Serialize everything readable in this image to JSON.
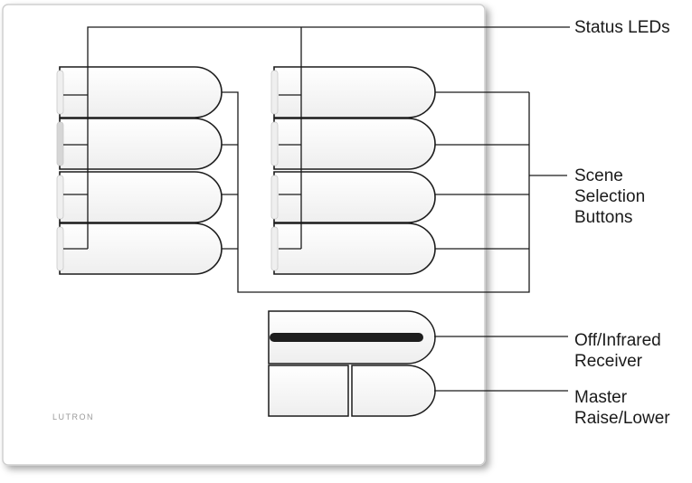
{
  "panel": {
    "brand": "LUTRON",
    "left_column_buttons": 4,
    "right_column_buttons": 4,
    "colors": {
      "plate": "#ffffff",
      "plate_edge": "#cfcfcf",
      "button_outline": "#1c1c1c",
      "ir_receiver": "#1e1e1e",
      "leader_line": "#1a1a1a"
    }
  },
  "labels": {
    "status_leds": "Status LEDs",
    "scene_selection_buttons": [
      "Scene",
      "Selection",
      "Buttons"
    ],
    "off_infrared_receiver": [
      "Off/Infrared",
      "Receiver"
    ],
    "master_raise_lower": [
      "Master",
      "Raise/Lower"
    ]
  }
}
